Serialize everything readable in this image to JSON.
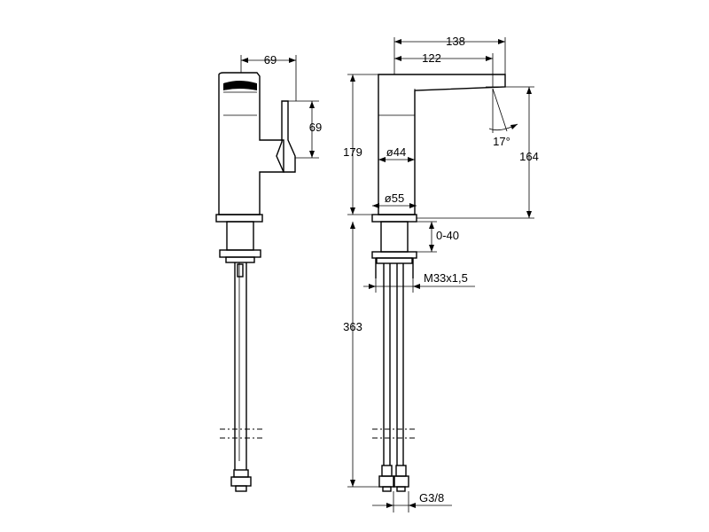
{
  "drawing": {
    "side_view": {
      "dim_top_width": "69",
      "dim_lever_height": "69"
    },
    "front_view": {
      "dim_overall_reach": "138",
      "dim_spout_reach": "122",
      "dim_height": "179",
      "dim_spout_height": "164",
      "dim_body_diameter": "ø44",
      "dim_base_diameter": "ø55",
      "dim_angle": "17°",
      "dim_deck_thickness": "0-40",
      "dim_thread": "M33x1,5",
      "dim_hose_length": "363",
      "dim_connection": "G3/8"
    }
  }
}
